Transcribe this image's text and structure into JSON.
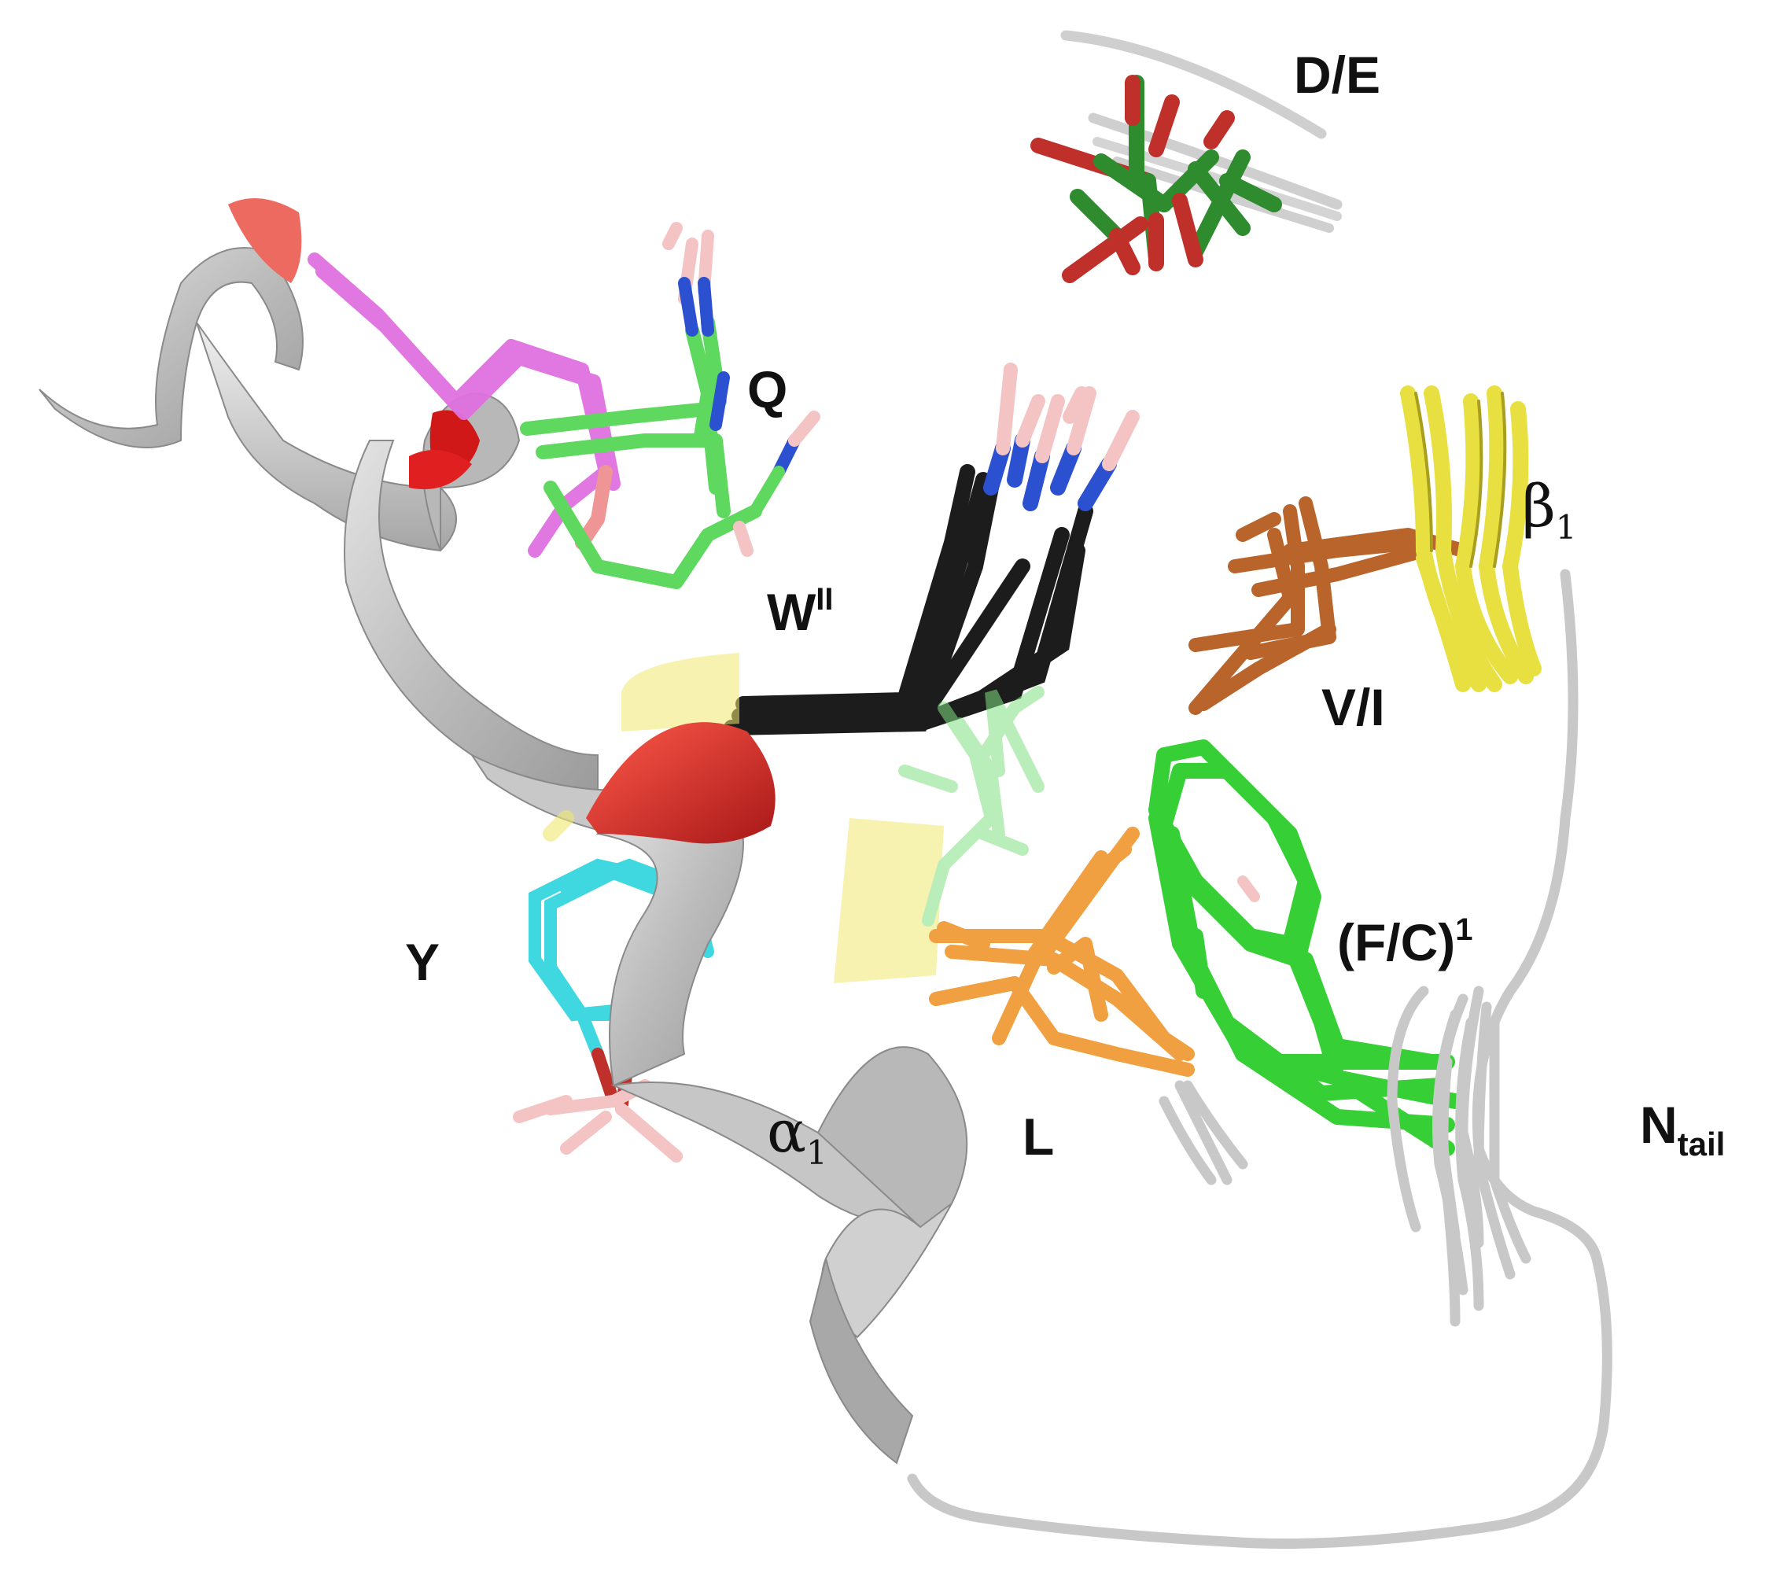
{
  "labels": {
    "de": "D/E",
    "q": "Q",
    "w": "W",
    "w_sup": "II",
    "beta": "β",
    "beta_sub": "1",
    "vi": "V/I",
    "y": "Y",
    "fc": "(F/C)",
    "fc_sup": "1",
    "alpha": "α",
    "alpha_sub": "1",
    "l": "L",
    "n": "N",
    "n_sub": "tail"
  },
  "colors": {
    "ribbon": "#c8c8c8",
    "helix_n_cap": "#e02020",
    "d_e_residues": "#2e8b2e",
    "oxygen": "#c0302a",
    "q_residue": "#5fd85f",
    "pink_residue": "#e070e0",
    "w_residue": "#1c1c1c",
    "nitrogen": "#2b50d0",
    "hydrogen": "#f4c4c4",
    "beta_strand": "#e8e040",
    "v_i_residues": "#b8642a",
    "y_residue": "#40d8e0",
    "f_c_residues": "#36d036",
    "l_residues": "#f0a040"
  },
  "icons": [
    "protein-ensemble-illustration"
  ]
}
